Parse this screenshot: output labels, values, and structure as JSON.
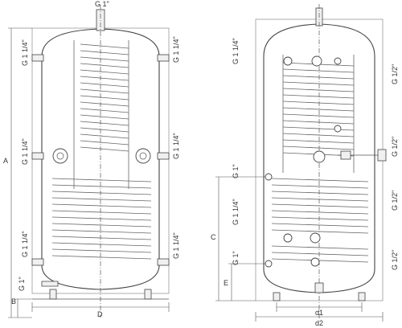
{
  "connections": {
    "top": "G 1\"",
    "left_upper": "G 1 1/4\"",
    "left_mid": "G 1 1/4\"",
    "left_lower": "G 1 1/4\"",
    "left_bottom": "G 1\"",
    "right_upper": "G 1 1/4\"",
    "right_mid": "G 1 1/4\"",
    "right_lower": "G 1 1/4\"",
    "side_upper_left": "G 1 1/4\"",
    "side_upper_right": "G 1/2\"",
    "side_sensor_right": "G 1/2\"",
    "side_mid_left": "G 1\"",
    "side_coil_left": "G 1 1/4\"",
    "side_coil_right": "G 1/2\"",
    "side_low_left": "G 1\"",
    "side_low_right": "G 1/2\""
  },
  "dimensions": {
    "height": "A",
    "base": "B",
    "diameter": "D",
    "coil_height": "C",
    "bottom_conn": "E",
    "feet_diameter": "d1",
    "tank_diameter": "d2"
  },
  "colors": {
    "line": "#444444",
    "fill": "#ffffff"
  }
}
